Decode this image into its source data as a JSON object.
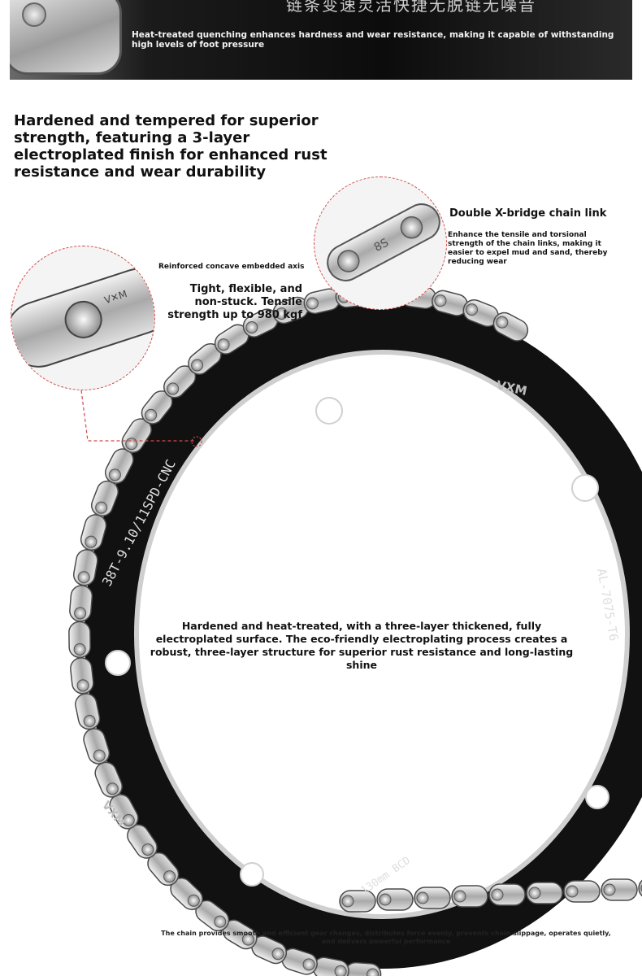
{
  "banner": {
    "cn_title": "链条变速灵活快捷无脱链无噪音",
    "description": "Heat-treated quenching enhances hardness and wear resistance, making it capable of withstanding high levels of foot pressure"
  },
  "headline": "Hardened and tempered for superior strength, featuring a 3-layer electroplated finish for enhanced rust resistance and wear durability",
  "callouts": {
    "bridge_title": "Double X-bridge chain link",
    "bridge_desc": "Enhance the tensile and torsional strength of the chain links, making it easier to expel mud and sand, thereby reducing wear",
    "axis_label": "Reinforced concave embedded axis",
    "axis_desc": "Tight, flexible, and non-stuck. Tensile strength up to 980 kgf"
  },
  "center_text": "Hardened and heat-treated, with a three-layer thickened, fully electroplated surface. The eco-friendly electroplating process creates a robust, three-layer structure for superior rust resistance and long-lasting shine",
  "chainring": {
    "brand": "VXM",
    "spec": "38T-9.10/11SPD-CNC",
    "material": "AL-7075-T6",
    "bcd": "130mm BCD"
  },
  "footer": "The chain provides smooth and efficient gear changes, distributes force evenly, prevents chain slippage, operates quietly, and delivers powerful performance",
  "colors": {
    "callout_dash": "#d24a4a",
    "ring_black": "#111111",
    "chain_silver": "#c8c8c8"
  }
}
